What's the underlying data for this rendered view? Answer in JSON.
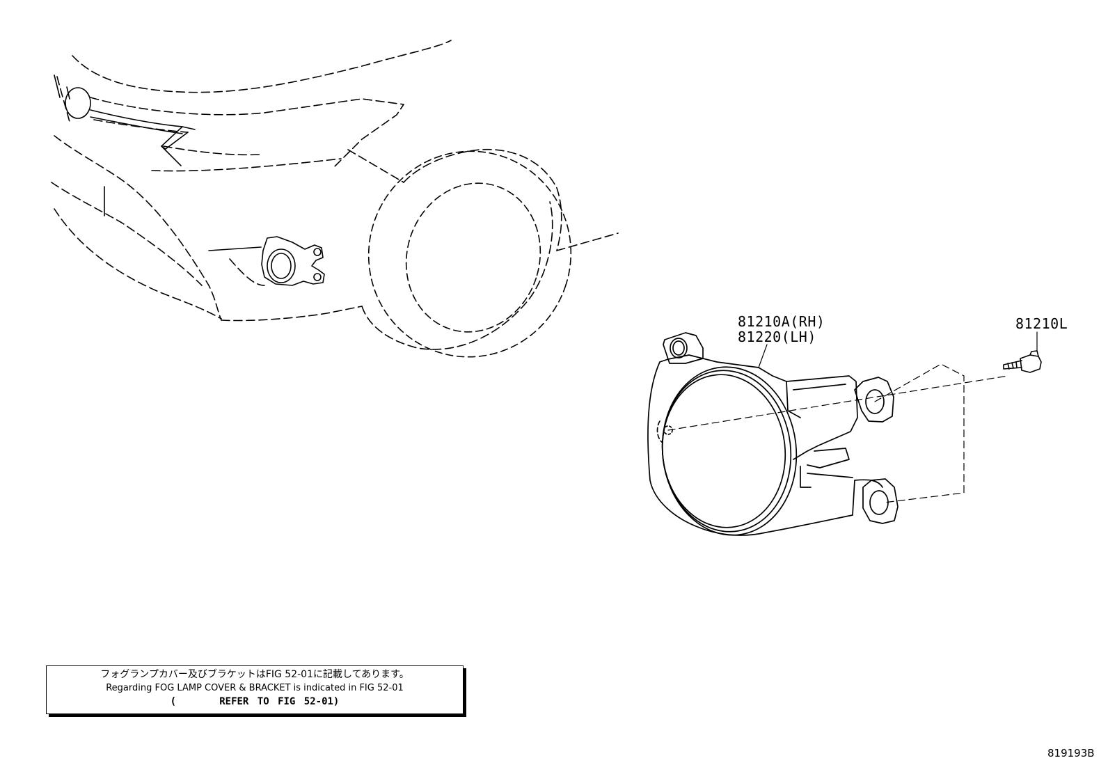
{
  "callouts": {
    "lamp_rh": "81210A(RH)",
    "lamp_lh": "81220(LH)",
    "bolt": "81210L"
  },
  "note": {
    "japanese": "フォグランプカバー及びブラケットはFIG 52-01に記載してあります。",
    "english": "Regarding FOG LAMP COVER & BRACKET is indicated in FIG 52-01",
    "reference": "(     REFER TO FIG 52-01)"
  },
  "figure_id": "819193B"
}
